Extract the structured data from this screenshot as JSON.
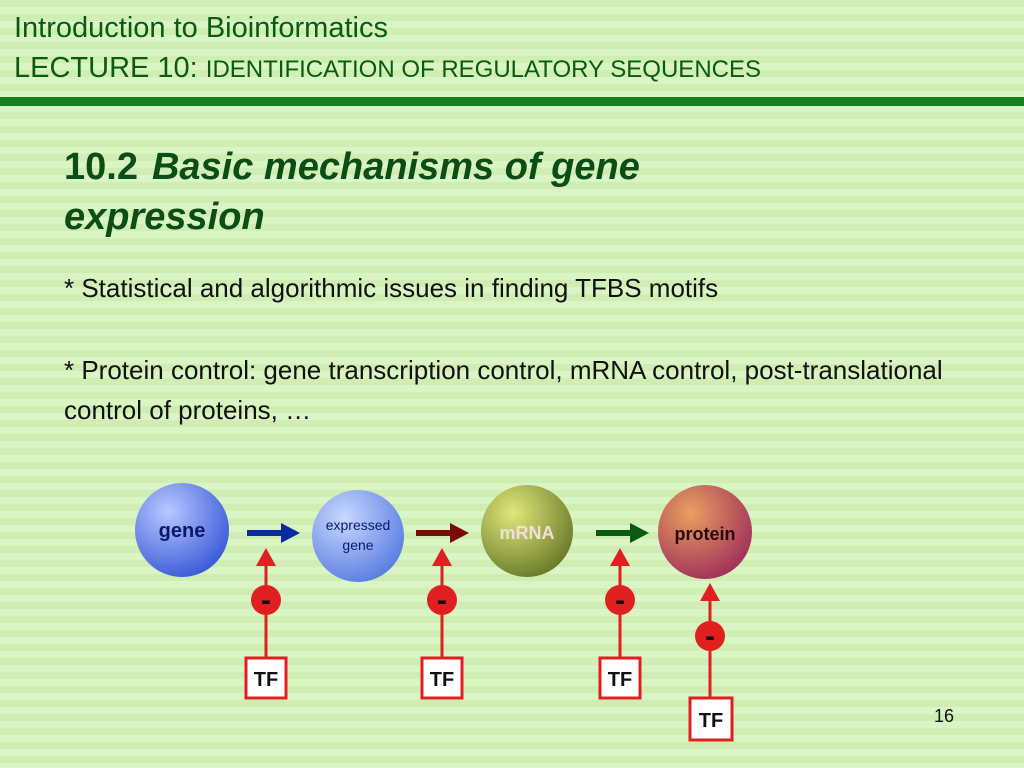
{
  "header": {
    "line1": "Introduction to Bioinformatics",
    "line2_prefix": "LECTURE 10: ",
    "line2_rest": "IDENTIFICATION OF REGULATORY SEQUENCES"
  },
  "section": {
    "number": "10.2",
    "title": "Basic mechanisms of gene expression"
  },
  "bullets": [
    "* Statistical and algorithmic issues in finding TFBS motifs",
    "* Protein control: gene transcription control, mRNA control, post-translational control of proteins, …"
  ],
  "diagram": {
    "nodes": [
      {
        "label": "gene",
        "color": "#4a6ee0"
      },
      {
        "label_line1": "expressed",
        "label_line2": "gene",
        "color": "#6a8ee8"
      },
      {
        "label": "mRNA",
        "color": "#8a9a3a"
      },
      {
        "label": "protein",
        "color": "#b8485a"
      }
    ],
    "arrows": [
      {
        "color": "#0a2aa0"
      },
      {
        "color": "#7a0a0a"
      },
      {
        "color": "#0a5a12"
      }
    ],
    "inhibit_symbol": "-",
    "tf_label": "TF",
    "regulator_color": "#e02020"
  },
  "page_number": "16",
  "colors": {
    "header_text": "#0a5a12",
    "rule": "#16801e",
    "background": "#d9f5c4"
  }
}
